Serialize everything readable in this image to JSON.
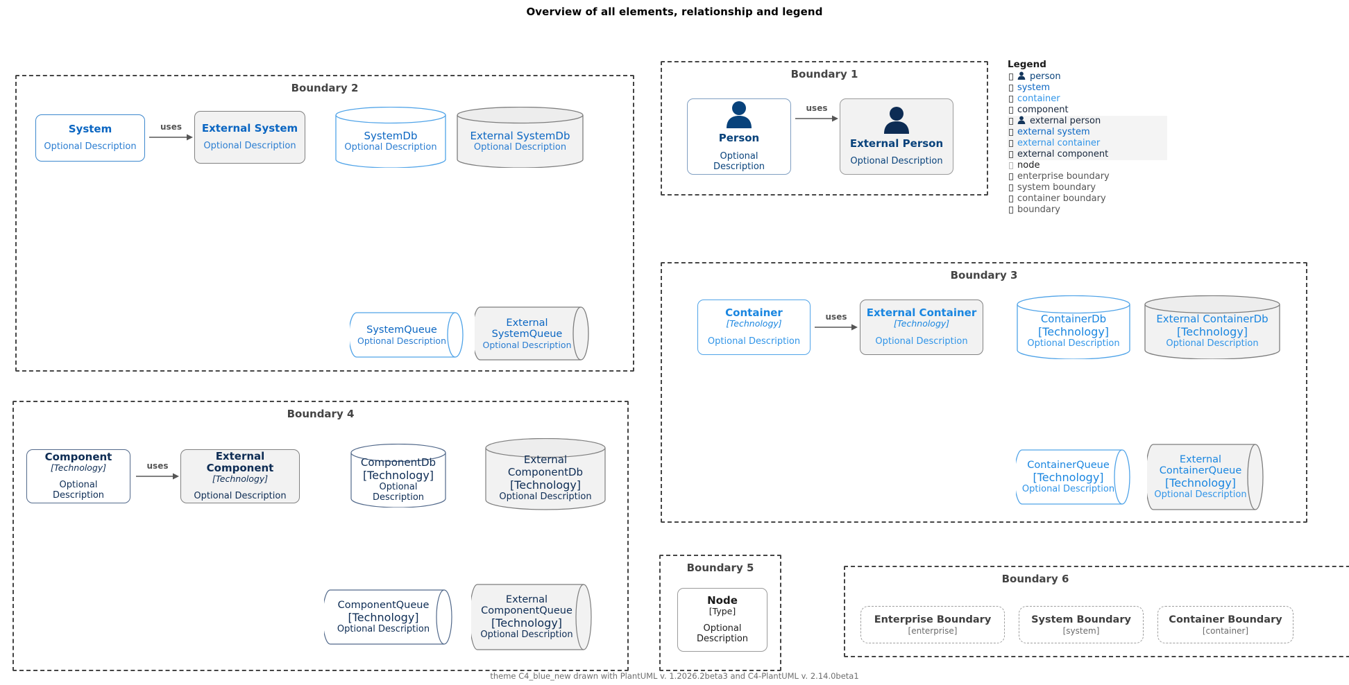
{
  "title": "Overview of all elements, relationship and legend",
  "footer": "theme C4_blue_new drawn with PlantUML v. 1.2026.2beta3 and C4-PlantUML v. 2.14.0beta1",
  "labels": {
    "optional_description": "Optional Description",
    "technology": "[Technology]",
    "type": "[Type]",
    "uses": "uses"
  },
  "boundaries": {
    "b1": {
      "title": "Boundary 1"
    },
    "b2": {
      "title": "Boundary 2"
    },
    "b3": {
      "title": "Boundary 3"
    },
    "b4": {
      "title": "Boundary 4"
    },
    "b5": {
      "title": "Boundary 5"
    },
    "b6": {
      "title": "Boundary 6"
    }
  },
  "nodes": {
    "person": {
      "name": "Person",
      "desc": "Optional Description"
    },
    "external_person": {
      "name": "External Person",
      "desc": "Optional Description"
    },
    "system": {
      "name": "System",
      "desc": "Optional Description"
    },
    "external_system": {
      "name": "External System",
      "desc": "Optional Description"
    },
    "system_db": {
      "name": "SystemDb",
      "desc": "Optional Description"
    },
    "external_system_db": {
      "name": "External SystemDb",
      "desc": "Optional Description"
    },
    "system_queue": {
      "name": "SystemQueue",
      "desc": "Optional Description"
    },
    "external_system_queue": {
      "name": "External SystemQueue",
      "desc": "Optional Description"
    },
    "container": {
      "name": "Container",
      "tech": "[Technology]",
      "desc": "Optional Description"
    },
    "external_container": {
      "name": "External Container",
      "tech": "[Technology]",
      "desc": "Optional Description"
    },
    "container_db": {
      "name": "ContainerDb",
      "tech": "[Technology]",
      "desc": "Optional Description"
    },
    "external_container_db": {
      "name": "External ContainerDb",
      "tech": "[Technology]",
      "desc": "Optional Description"
    },
    "container_queue": {
      "name": "ContainerQueue",
      "tech": "[Technology]",
      "desc": "Optional Description"
    },
    "external_container_queue": {
      "name": "External ContainerQueue",
      "tech": "[Technology]",
      "desc": "Optional Description"
    },
    "component": {
      "name": "Component",
      "tech": "[Technology]",
      "desc": "Optional Description"
    },
    "external_component": {
      "name": "External Component",
      "tech": "[Technology]",
      "desc": "Optional Description"
    },
    "component_db": {
      "name": "ComponentDb",
      "tech": "[Technology]",
      "desc": "Optional Description"
    },
    "external_component_db": {
      "name": "External ComponentDb",
      "tech": "[Technology]",
      "desc": "Optional Description"
    },
    "component_queue": {
      "name": "ComponentQueue",
      "tech": "[Technology]",
      "desc": "Optional Description"
    },
    "external_component_queue": {
      "name": "External ComponentQueue",
      "tech": "[Technology]",
      "desc": "Optional Description"
    },
    "node": {
      "name": "Node",
      "tech": "[Type]",
      "desc": "Optional Description"
    }
  },
  "chips": [
    {
      "name": "Enterprise Boundary",
      "type": "[enterprise]"
    },
    {
      "name": "System Boundary",
      "type": "[system]"
    },
    {
      "name": "Container Boundary",
      "type": "[container]"
    }
  ],
  "relationships": [
    {
      "id": "rel_person",
      "label": "uses"
    },
    {
      "id": "rel_system",
      "label": "uses"
    },
    {
      "id": "rel_container",
      "label": "uses"
    },
    {
      "id": "rel_component",
      "label": "uses"
    }
  ],
  "legend": {
    "title": "Legend",
    "items": [
      {
        "label": "person",
        "color_class": "lgc-person",
        "icon": "person-icon",
        "highlight": false,
        "faint": false
      },
      {
        "label": "system",
        "color_class": "lgc-system",
        "icon": "",
        "highlight": false,
        "faint": false
      },
      {
        "label": "container",
        "color_class": "lgc-container",
        "icon": "",
        "highlight": false,
        "faint": false
      },
      {
        "label": "component",
        "color_class": "lgc-component",
        "icon": "",
        "highlight": false,
        "faint": false
      },
      {
        "label": "external person",
        "color_class": "lgc-component",
        "icon": "person-icon",
        "highlight": true,
        "faint": false
      },
      {
        "label": "external system",
        "color_class": "lgc-system",
        "icon": "",
        "highlight": true,
        "faint": false
      },
      {
        "label": "external container",
        "color_class": "lgc-container",
        "icon": "",
        "highlight": true,
        "faint": false
      },
      {
        "label": "external component",
        "color_class": "lgc-component",
        "icon": "",
        "highlight": true,
        "faint": false
      },
      {
        "label": "node",
        "color_class": "lgc-node",
        "icon": "",
        "highlight": false,
        "faint": true
      },
      {
        "label": "enterprise boundary",
        "color_class": "lgc-boundary",
        "icon": "",
        "highlight": false,
        "faint": false
      },
      {
        "label": "system boundary",
        "color_class": "lgc-boundary",
        "icon": "",
        "highlight": false,
        "faint": false
      },
      {
        "label": "container boundary",
        "color_class": "lgc-boundary",
        "icon": "",
        "highlight": false,
        "faint": false
      },
      {
        "label": "boundary",
        "color_class": "lgc-boundary",
        "icon": "",
        "highlight": false,
        "faint": false
      }
    ]
  },
  "colors": {
    "person": "#08427b",
    "system": "#0b66c2",
    "container": "#1a86e0",
    "component": "#0d2c54",
    "node": "#1a1a1a",
    "boundary": "#444444",
    "external_fill": "#f2f2f2",
    "external_border": "#8a8a8a"
  }
}
